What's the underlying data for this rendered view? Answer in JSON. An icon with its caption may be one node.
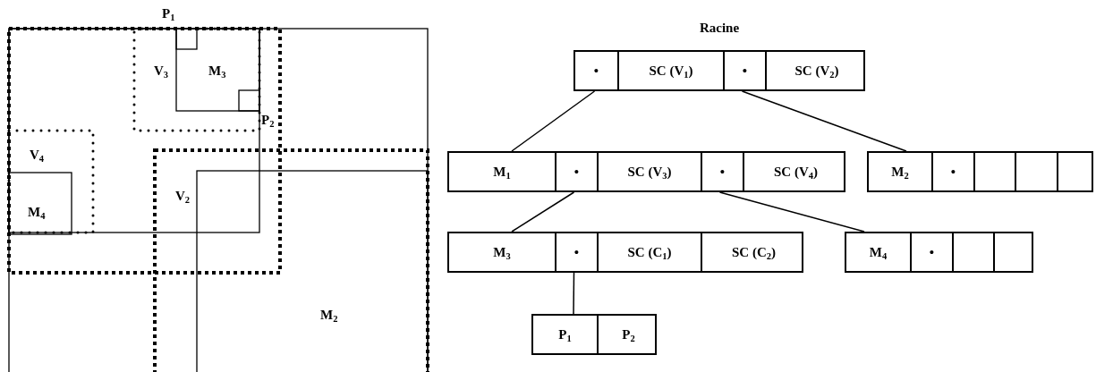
{
  "diagram": {
    "nodes": [
      {
        "text": [
          "Racine"
        ]
      },
      {
        "text": [
          "•"
        ],
        "in": 0
      },
      {
        "text": [
          "SC (V$_{1}$)"
        ],
        "in": 0
      },
      {
        "text": [
          "•"
        ],
        "in": 0
      },
      {
        "text": [
          "SC (V$_{2}$)"
        ],
        "in": 0
      },
      {
        "text": [],
        "shape": "box"
      },
      {
        "text": [
          "M$_{1}$"
        ],
        "in": 5
      },
      {
        "text": [
          "•"
        ],
        "in": 5
      },
      {
        "text": [
          "SC (V$_{3}$)"
        ],
        "in": 5
      },
      {
        "text": [
          "•"
        ],
        "in": 5
      },
      {
        "text": [
          "SC (V$_{4}$)"
        ],
        "in": 5
      },
      {
        "text": [],
        "shape": "box"
      },
      {
        "text": [
          "M$_{2}$"
        ],
        "in": 11
      },
      {
        "text": [
          "•"
        ],
        "in": 11
      },
      {
        "text": [],
        "shape": "box",
        "in": 11
      },
      {
        "text": [],
        "shape": "box",
        "in": 11
      },
      {
        "text": [],
        "shape": "box",
        "in": 11
      },
      {
        "text": [],
        "shape": "box"
      },
      {
        "text": [
          "M$_{3}$"
        ],
        "in": 17
      },
      {
        "text": [
          "•"
        ],
        "in": 17
      },
      {
        "text": [
          "SC (C$_{1}$)"
        ],
        "in": 17
      },
      {
        "text": [
          "SC (C$_{2}$)"
        ],
        "in": 17
      },
      {
        "text": [],
        "shape": "box"
      },
      {
        "text": [
          "M$_{4}$"
        ],
        "in": 22
      },
      {
        "text": [
          "•"
        ],
        "in": 22
      },
      {
        "text": [],
        "shape": "box",
        "in": 22
      },
      {
        "text": [],
        "shape": "box",
        "in": 22
      },
      {
        "text": [],
        "shape": "box"
      },
      {
        "text": [
          "P$_{1}$"
        ],
        "in": 27
      },
      {
        "text": [
          "P$_{2}$"
        ],
        "in": 27
      }
    ],
    "edges": [
      {
        "from": 1,
        "to": 5,
        "arrow": "none"
      },
      {
        "from": 3,
        "to": 11,
        "arrow": "none"
      },
      {
        "from": 7,
        "to": 17,
        "arrow": "none"
      },
      {
        "from": 9,
        "to": 22,
        "arrow": "none"
      },
      {
        "from": 19,
        "to": 27,
        "arrow": "none"
      }
    ],
    "labels": [
      "P$_{1}$",
      "V$_{3}$",
      "M$_{3}$",
      "P$_{2}$",
      "V$_{4}$",
      "M$_{4}$",
      "V$_{2}$",
      "M$_{2}$"
    ]
  }
}
